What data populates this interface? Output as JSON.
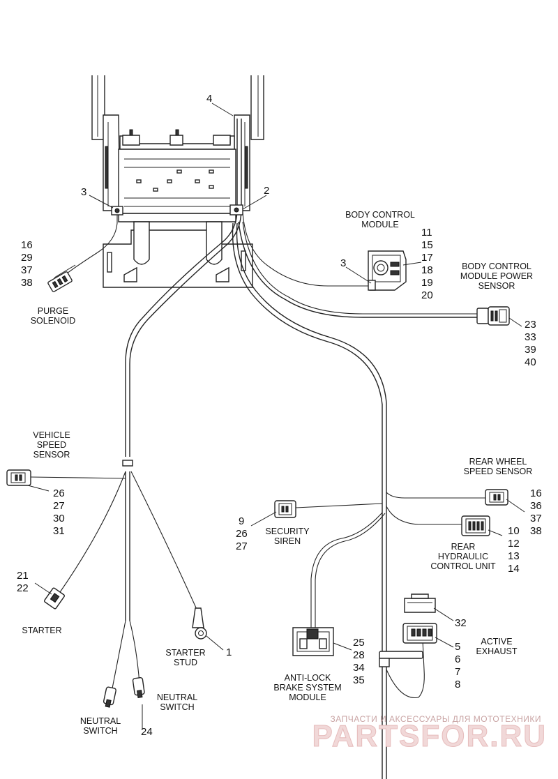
{
  "labels": {
    "body_control_module": [
      "BODY CONTROL",
      "MODULE"
    ],
    "bcm_power_sensor": [
      "BODY CONTROL",
      "MODULE POWER",
      "SENSOR"
    ],
    "purge_solenoid": [
      "PURGE",
      "SOLENOID"
    ],
    "vehicle_speed_sensor": [
      "VEHICLE",
      "SPEED",
      "SENSOR"
    ],
    "rear_wheel_speed_sensor": [
      "REAR WHEEL",
      "SPEED SENSOR"
    ],
    "security_siren": [
      "SECURITY",
      "SIREN"
    ],
    "rear_hydraulic_control_unit": [
      "REAR",
      "HYDRAULIC",
      "CONTROL UNIT"
    ],
    "starter": "STARTER",
    "starter_stud": [
      "STARTER",
      "STUD"
    ],
    "active_exhaust": [
      "ACTIVE",
      "EXHAUST"
    ],
    "abs_module": [
      "ANTI-LOCK",
      "BRAKE SYSTEM",
      "MODULE"
    ],
    "neutral_switch_right": [
      "NEUTRAL",
      "SWITCH"
    ],
    "neutral_switch_left": [
      "NEUTRAL",
      "SWITCH"
    ]
  },
  "callouts": {
    "frame": "4",
    "clip_left": "3",
    "clip_right": "2",
    "clip_bcm": "3",
    "bcm": [
      "11",
      "15",
      "17",
      "18",
      "19",
      "20"
    ],
    "purge_solenoid": [
      "16",
      "29",
      "37",
      "38"
    ],
    "bcm_power_sensor": [
      "23",
      "33",
      "39",
      "40"
    ],
    "vehicle_speed_sensor": [
      "26",
      "27",
      "30",
      "31"
    ],
    "rear_wheel_speed_sensor": [
      "16",
      "36",
      "37",
      "38"
    ],
    "security_siren": [
      "9",
      "26",
      "27"
    ],
    "rear_hydraulic_control_unit": [
      "10",
      "12",
      "13",
      "14"
    ],
    "starter": [
      "21",
      "22"
    ],
    "starter_stud": "1",
    "active_exhaust_cap": "32",
    "active_exhaust": [
      "5",
      "6",
      "7",
      "8"
    ],
    "abs_module": [
      "25",
      "28",
      "34",
      "35"
    ],
    "neutral_switch": "24"
  },
  "watermark": {
    "top": "ЗАПЧАСТИ И АКСЕССУАРЫ ДЛЯ МОТОТЕХНИКИ",
    "brand": "PARTSFOR.RU"
  }
}
